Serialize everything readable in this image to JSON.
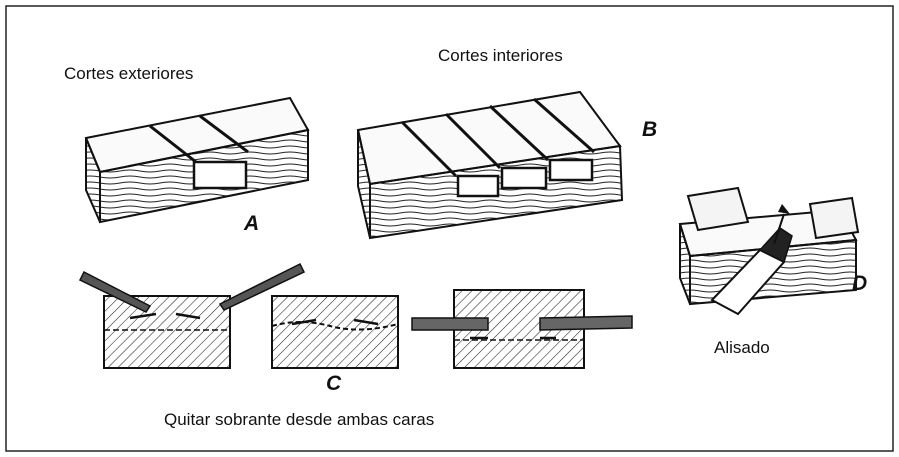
{
  "labels": {
    "cortes_exteriores": "Cortes exteriores",
    "cortes_interiores": "Cortes interiores",
    "quitar_sobrante": "Quitar sobrante desde ambas caras",
    "alisado": "Alisado"
  },
  "figure_letters": {
    "a": "A",
    "b": "B",
    "c": "C",
    "d": "D"
  }
}
